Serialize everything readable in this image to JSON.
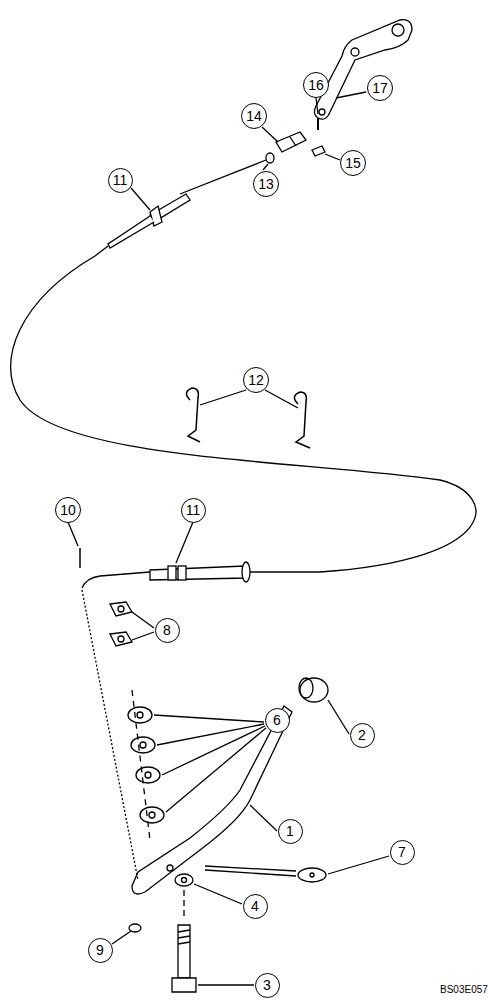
{
  "diagram": {
    "nodes": [
      {
        "text": [
          "17"
        ]
      },
      {
        "text": [
          "16"
        ]
      },
      {
        "text": [
          "14"
        ]
      },
      {
        "text": [
          "15"
        ]
      },
      {
        "text": [
          "11"
        ]
      },
      {
        "text": [
          "13"
        ]
      },
      {
        "text": [
          "12"
        ]
      },
      {
        "text": [
          "10"
        ]
      },
      {
        "text": [
          "11"
        ]
      },
      {
        "text": [
          "8"
        ]
      },
      {
        "text": [
          "2"
        ]
      },
      {
        "text": [
          "6"
        ]
      },
      {
        "text": [
          "1"
        ]
      },
      {
        "text": [
          "7"
        ]
      },
      {
        "text": [
          "4"
        ]
      },
      {
        "text": [
          "9"
        ]
      },
      {
        "text": [
          "3"
        ]
      }
    ],
    "labels": [
      "BS03E057"
    ]
  }
}
